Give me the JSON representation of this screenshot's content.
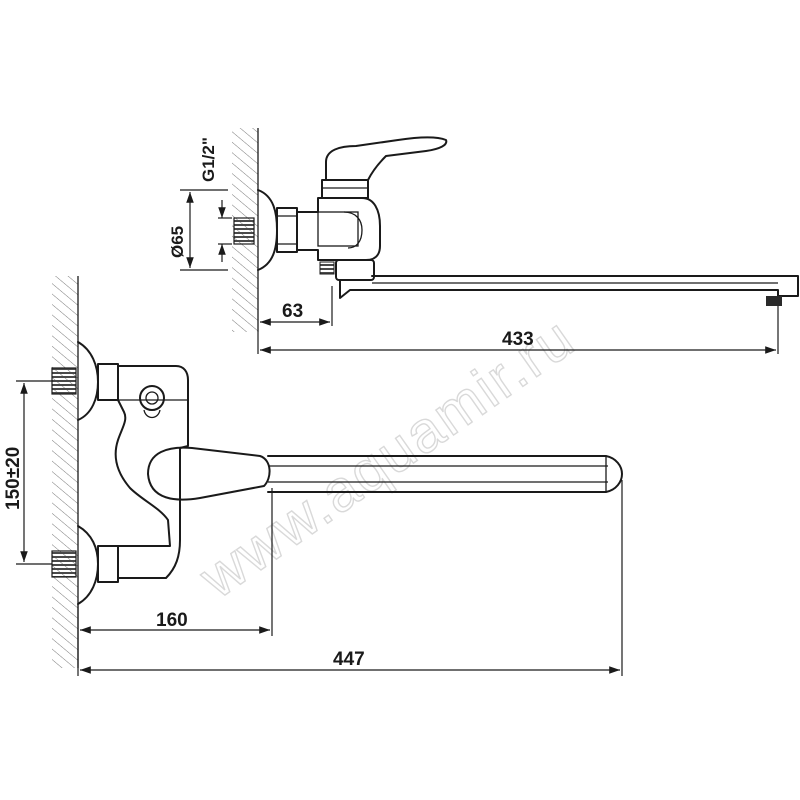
{
  "watermark": "www.aquamir.ru",
  "side_view": {
    "thread_label": "G1/2\"",
    "flange_diameter_label": "Ø65",
    "wall_offset_label": "63",
    "spout_reach_label": "433"
  },
  "front_view": {
    "center_distance_label": "150±20",
    "body_width_label": "160",
    "total_length_label": "447"
  }
}
